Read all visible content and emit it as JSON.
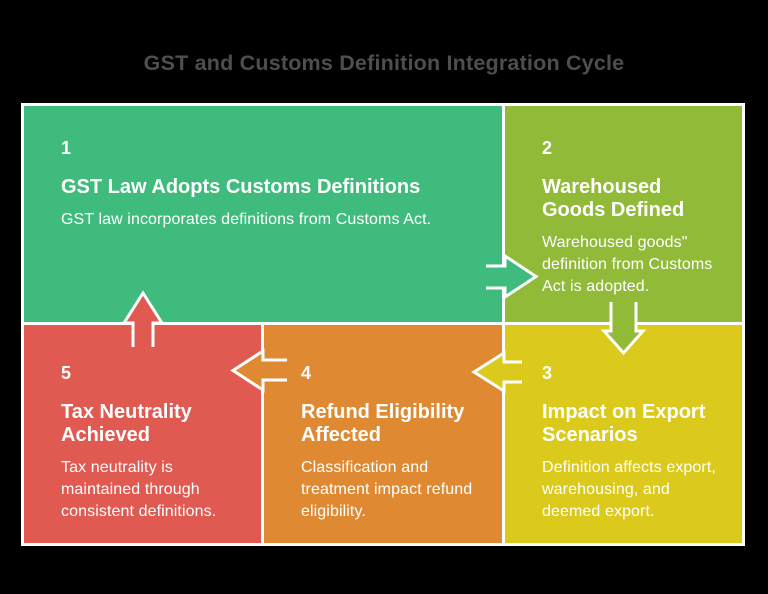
{
  "title": "GST and Customs Definition Integration Cycle",
  "colors": {
    "background": "#000000",
    "divider_border": "#ffffff",
    "title_text": "#4c4e50",
    "step_text": "#ffffff",
    "green": "#3fbc7d",
    "yellow_green": "#90ba38",
    "yellow": "#dbc91b",
    "orange": "#df8a33",
    "red": "#e05a52"
  },
  "steps": [
    {
      "number": "1",
      "title": "GST Law Adopts Customs Definitions",
      "description": "GST law incorporates definitions from Customs Act.",
      "color": "#3fbc7d"
    },
    {
      "number": "2",
      "title": "Warehoused\nGoods Defined",
      "description": "Warehoused goods\"\ndefinition from Customs\nAct is adopted.",
      "color": "#90ba38"
    },
    {
      "number": "3",
      "title": "Impact on Export\nScenarios",
      "description": "Definition affects export,\nwarehousing, and\ndeemed export.",
      "color": "#dbc91b"
    },
    {
      "number": "4",
      "title": "Refund Eligibility\nAffected",
      "description": "Classification and\ntreatment impact refund\neligibility.",
      "color": "#df8a33"
    },
    {
      "number": "5",
      "title": "Tax Neutrality\nAchieved",
      "description": "Tax neutrality is\nmaintained through\nconsistent definitions.",
      "color": "#e05a52"
    }
  ],
  "arrows": [
    {
      "from": "1",
      "to": "2",
      "direction": "right",
      "color": "#3fbc7d"
    },
    {
      "from": "2",
      "to": "3",
      "direction": "down",
      "color": "#90ba38"
    },
    {
      "from": "3",
      "to": "4",
      "direction": "left",
      "color": "#dbc91b"
    },
    {
      "from": "4",
      "to": "5",
      "direction": "left",
      "color": "#df8a33"
    },
    {
      "from": "5",
      "to": "1",
      "direction": "up",
      "color": "#e05a52"
    }
  ]
}
